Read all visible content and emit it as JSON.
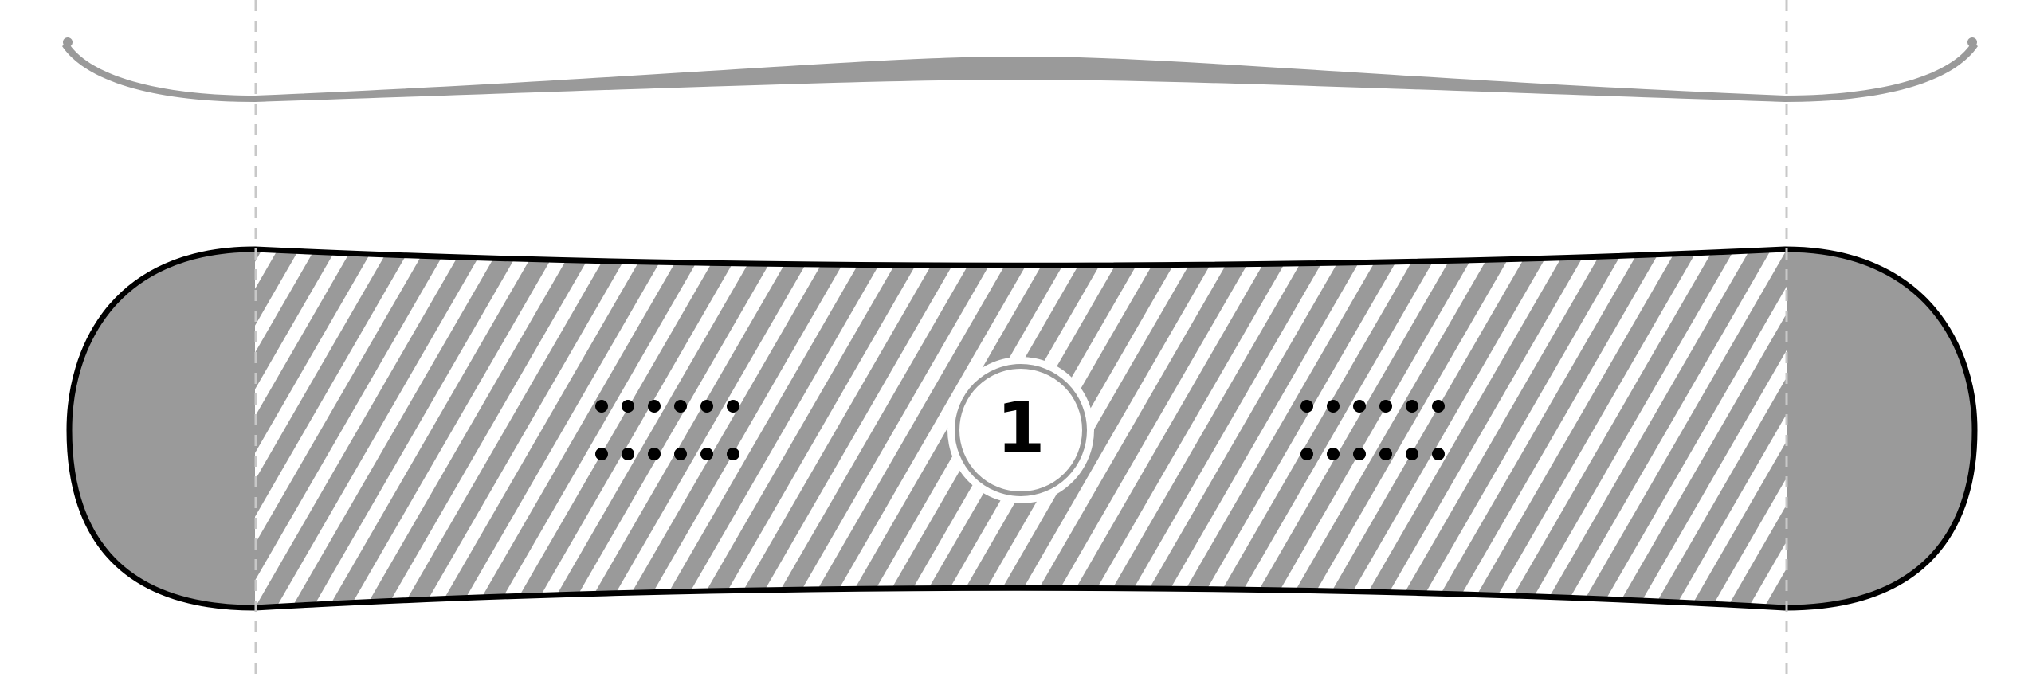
{
  "marker": {
    "label": "1"
  },
  "colors": {
    "profile_fill": "#9a9a9a",
    "board_fill": "#9a9a9a",
    "outline": "#000000",
    "hatch_light": "#ffffff",
    "hatch_dark": "#9a9a9a",
    "guide": "#c8c8c8",
    "insert_dot": "#000000",
    "marker_fill": "#ffffff"
  },
  "icons": {
    "marker": "numbered-circle-marker",
    "insert": "binding-insert-dot"
  },
  "insert_pattern": {
    "rows": 2,
    "per_row": 6,
    "groups": 2
  }
}
